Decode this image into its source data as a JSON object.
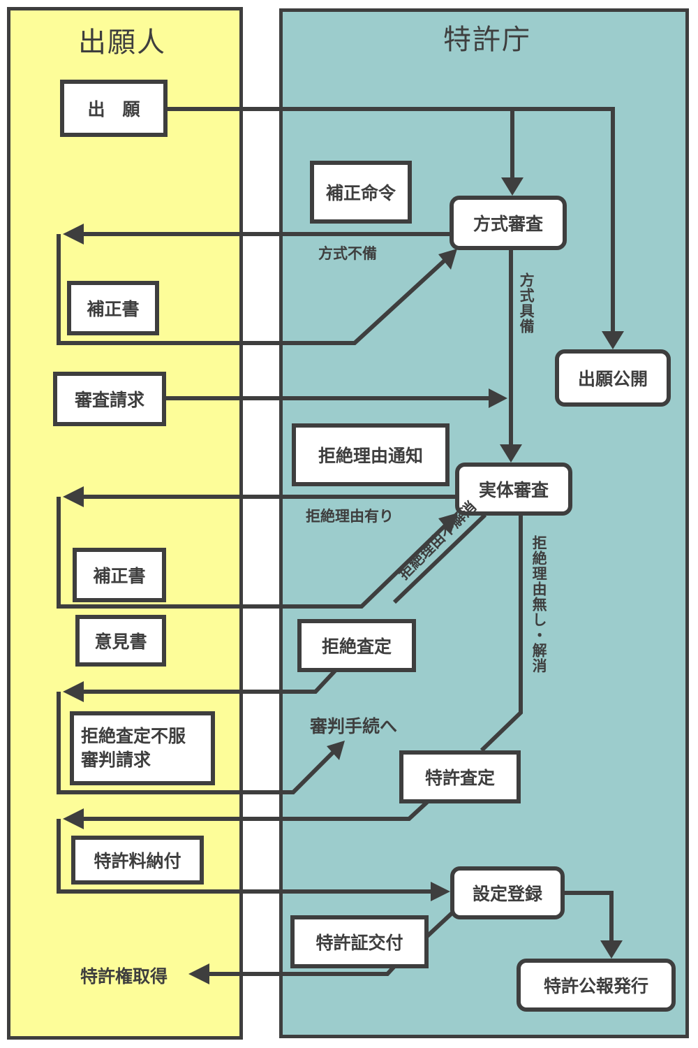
{
  "lanes": {
    "applicant": "出願人",
    "office": "特許庁"
  },
  "boxes": {
    "application": "出　願",
    "amendment_order": "補正命令",
    "formality_exam": "方式審査",
    "amendment_1": "補正書",
    "exam_request": "審査請求",
    "publication": "出願公開",
    "rejection_notice": "拒絶理由通知",
    "substantive_exam": "実体審査",
    "amendment_2": "補正書",
    "opinion": "意見書",
    "final_rejection": "拒絶査定",
    "appeal_line1": "拒絶査定不服",
    "appeal_line2": "審判請求",
    "grant_decision": "特許査定",
    "fee_payment": "特許料納付",
    "registration": "設定登録",
    "certificate": "特許証交付",
    "gazette": "特許公報発行"
  },
  "labels": {
    "formality_defect": "方式不備",
    "formality_ok": "方式具備",
    "reasons_exist": "拒絶理由有り",
    "reasons_unresolved": "拒絶理由不解消",
    "reasons_none": "拒絶理由無し・解消",
    "to_appeal": "審判手続へ",
    "patent_acquired": "特許権取得"
  },
  "colors": {
    "applicant_lane": "#fdfd99",
    "office_lane": "#9ccccc",
    "stroke": "#3e3e3e"
  }
}
